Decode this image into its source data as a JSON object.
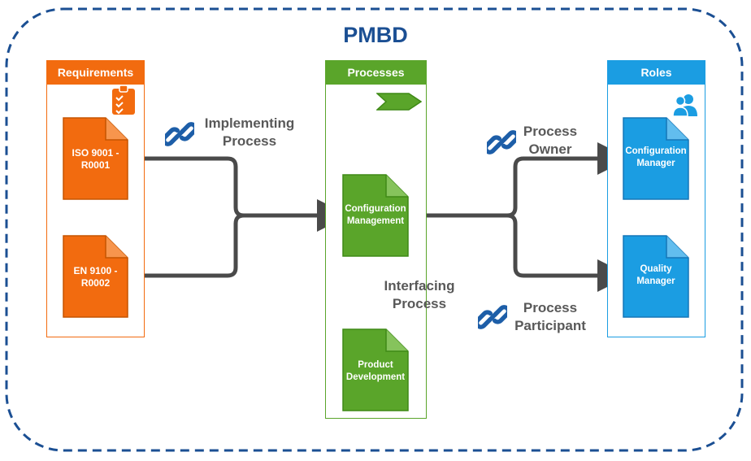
{
  "title": "PMBD",
  "colors": {
    "frame": "#1b4f93",
    "requirements": "#f26b0f",
    "requirements_border": "#c55400",
    "processes": "#5aa52a",
    "processes_border": "#3f8a16",
    "roles": "#1b9de2",
    "roles_border": "#1577b8",
    "connector": "#4a4a4a",
    "link_icon": "#1d5ea8"
  },
  "lanes": {
    "requirements": {
      "header": "Requirements",
      "icon": "clipboard-check-icon"
    },
    "processes": {
      "header": "Processes",
      "icon": "process-chevron-icon"
    },
    "roles": {
      "header": "Roles",
      "icon": "users-icon"
    }
  },
  "requirements": [
    {
      "label": "ISO 9001 -\nR0001"
    },
    {
      "label": "EN 9100 -\nR0002"
    }
  ],
  "processes": [
    {
      "label": "Configuration\nManagement"
    },
    {
      "label": "Product\nDevelopment"
    }
  ],
  "roles": [
    {
      "label": "Configuration\nManager"
    },
    {
      "label": "Quality\nManager"
    }
  ],
  "relations": {
    "implementing": {
      "label": "Implementing\nProcess",
      "icon": "link-icon"
    },
    "interfacing": {
      "label": "Interfacing\nProcess",
      "icon": "link-icon"
    },
    "owner": {
      "label": "Process\nOwner",
      "icon": "link-icon"
    },
    "participant": {
      "label": "Process\nParticipant",
      "icon": "link-icon"
    }
  }
}
